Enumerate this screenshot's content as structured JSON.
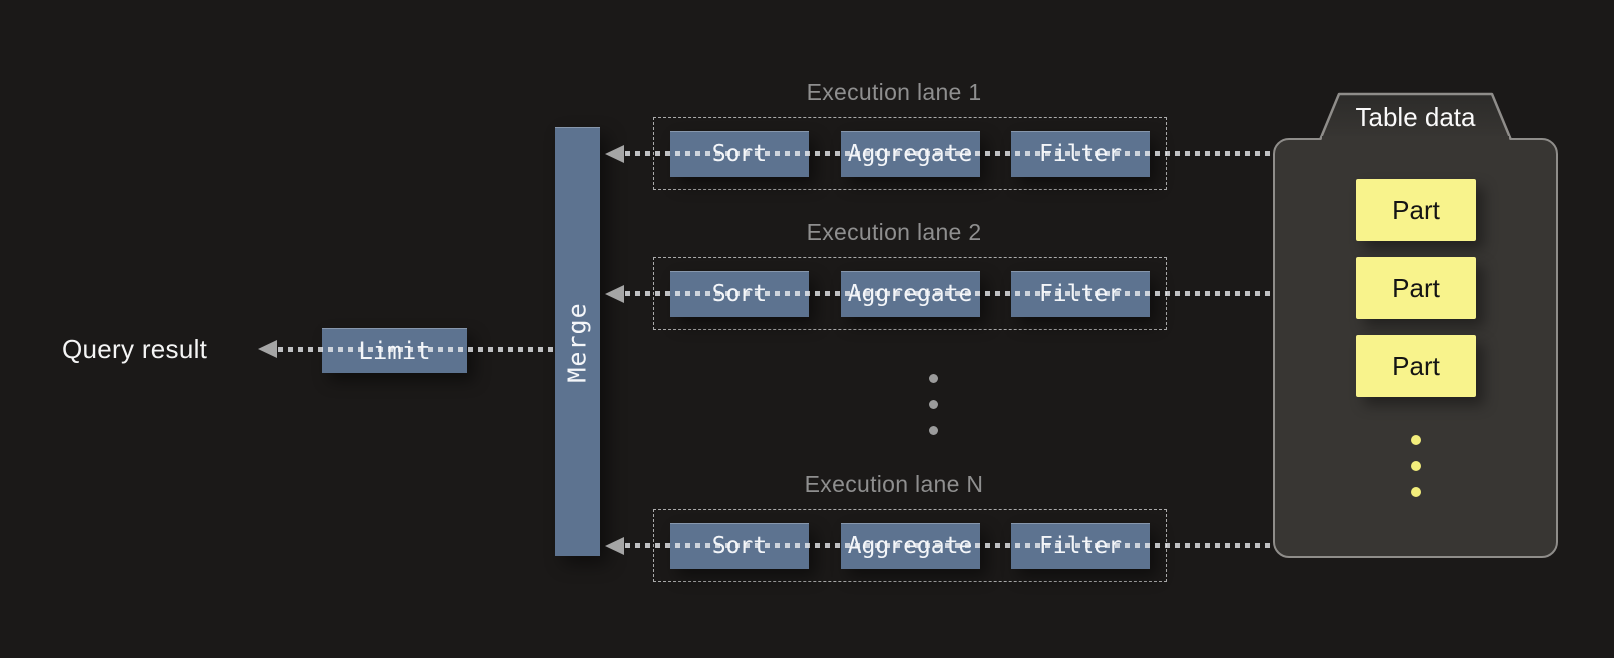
{
  "canvas": {
    "background": "#1b1918"
  },
  "palette": {
    "stage_blue": "#5d7390",
    "part_yellow": "#f8f38c",
    "yellow_dot": "#f3ee7c",
    "connector_gray": "#a5a5a5",
    "lane_title_gray": "#8f8f8f",
    "table_body_gray": "#383633",
    "table_border_gray": "#8f8d8a",
    "text_white": "#f5f5f5"
  },
  "query_result": {
    "label": "Query result"
  },
  "limit": {
    "label": "Limit"
  },
  "merge": {
    "label": "Merge"
  },
  "lanes": [
    {
      "title": "Execution lane 1",
      "stages": [
        "Sort",
        "Aggregate",
        "Filter"
      ]
    },
    {
      "title": "Execution lane 2",
      "stages": [
        "Sort",
        "Aggregate",
        "Filter"
      ]
    },
    {
      "title": "Execution lane N",
      "stages": [
        "Sort",
        "Aggregate",
        "Filter"
      ]
    }
  ],
  "table_data": {
    "title": "Table data",
    "parts": [
      "Part",
      "Part",
      "Part"
    ]
  }
}
